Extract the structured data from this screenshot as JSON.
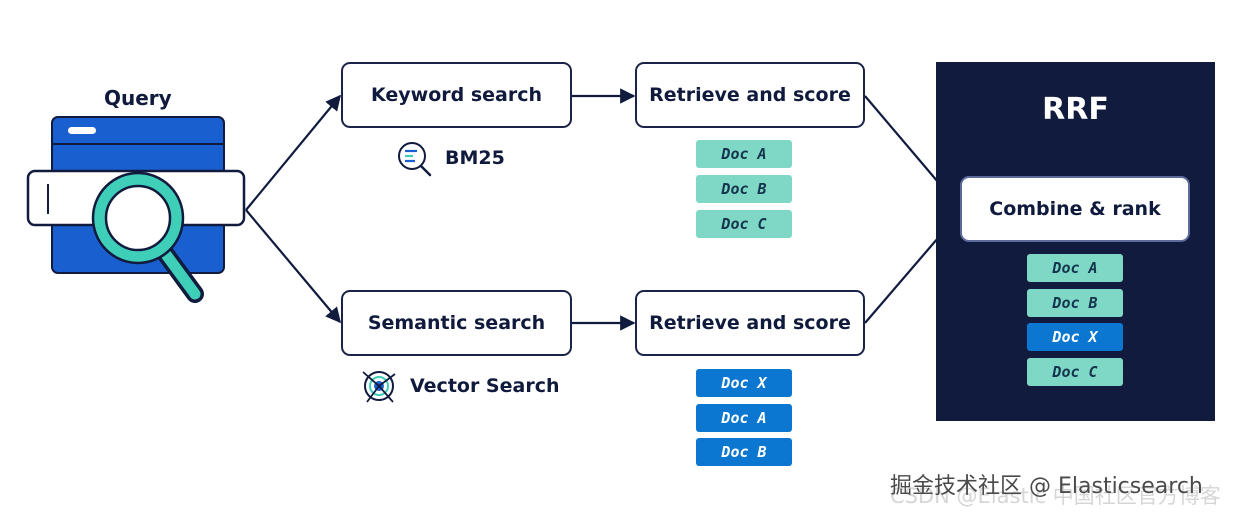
{
  "query": {
    "label": "Query"
  },
  "keyword_search": {
    "label": "Keyword search",
    "method": "BM25"
  },
  "semantic_search": {
    "label": "Semantic search",
    "method": "Vector Search"
  },
  "retrieve_top": {
    "label": "Retrieve and score",
    "docs": [
      "Doc A",
      "Doc B",
      "Doc C"
    ]
  },
  "retrieve_bottom": {
    "label": "Retrieve and score",
    "docs": [
      "Doc X",
      "Doc A",
      "Doc B"
    ]
  },
  "rrf": {
    "title": "RRF",
    "combine_label": "Combine & rank",
    "docs": [
      "Doc A",
      "Doc B",
      "Doc X",
      "Doc C"
    ]
  },
  "watermark": {
    "line1": "掘金技术社区 @ Elasticsearch",
    "line2": "CSDN @Elastic 中国社区官方博客"
  },
  "colors": {
    "navy": "#101b3e",
    "teal_doc": "#7fd8c6",
    "blue_doc": "#0b77d0",
    "search_blue": "#1a5fd0",
    "magnifier_teal": "#3fcfb8"
  }
}
